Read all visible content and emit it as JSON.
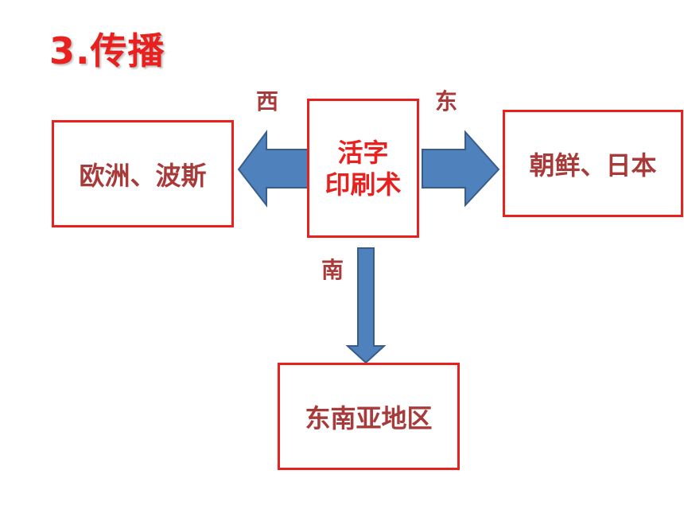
{
  "title": "3.传播",
  "center": {
    "line1": "活字",
    "line2": "印刷术"
  },
  "directions": {
    "west": "西",
    "east": "东",
    "south": "南"
  },
  "destinations": {
    "west": "欧洲、波斯",
    "east": "朝鲜、日本",
    "south": "东南亚地区"
  },
  "colors": {
    "accent": "#e8201e",
    "text": "#a83a3a",
    "arrow": "#4f81bd",
    "arrow_stroke": "#385d8a"
  }
}
